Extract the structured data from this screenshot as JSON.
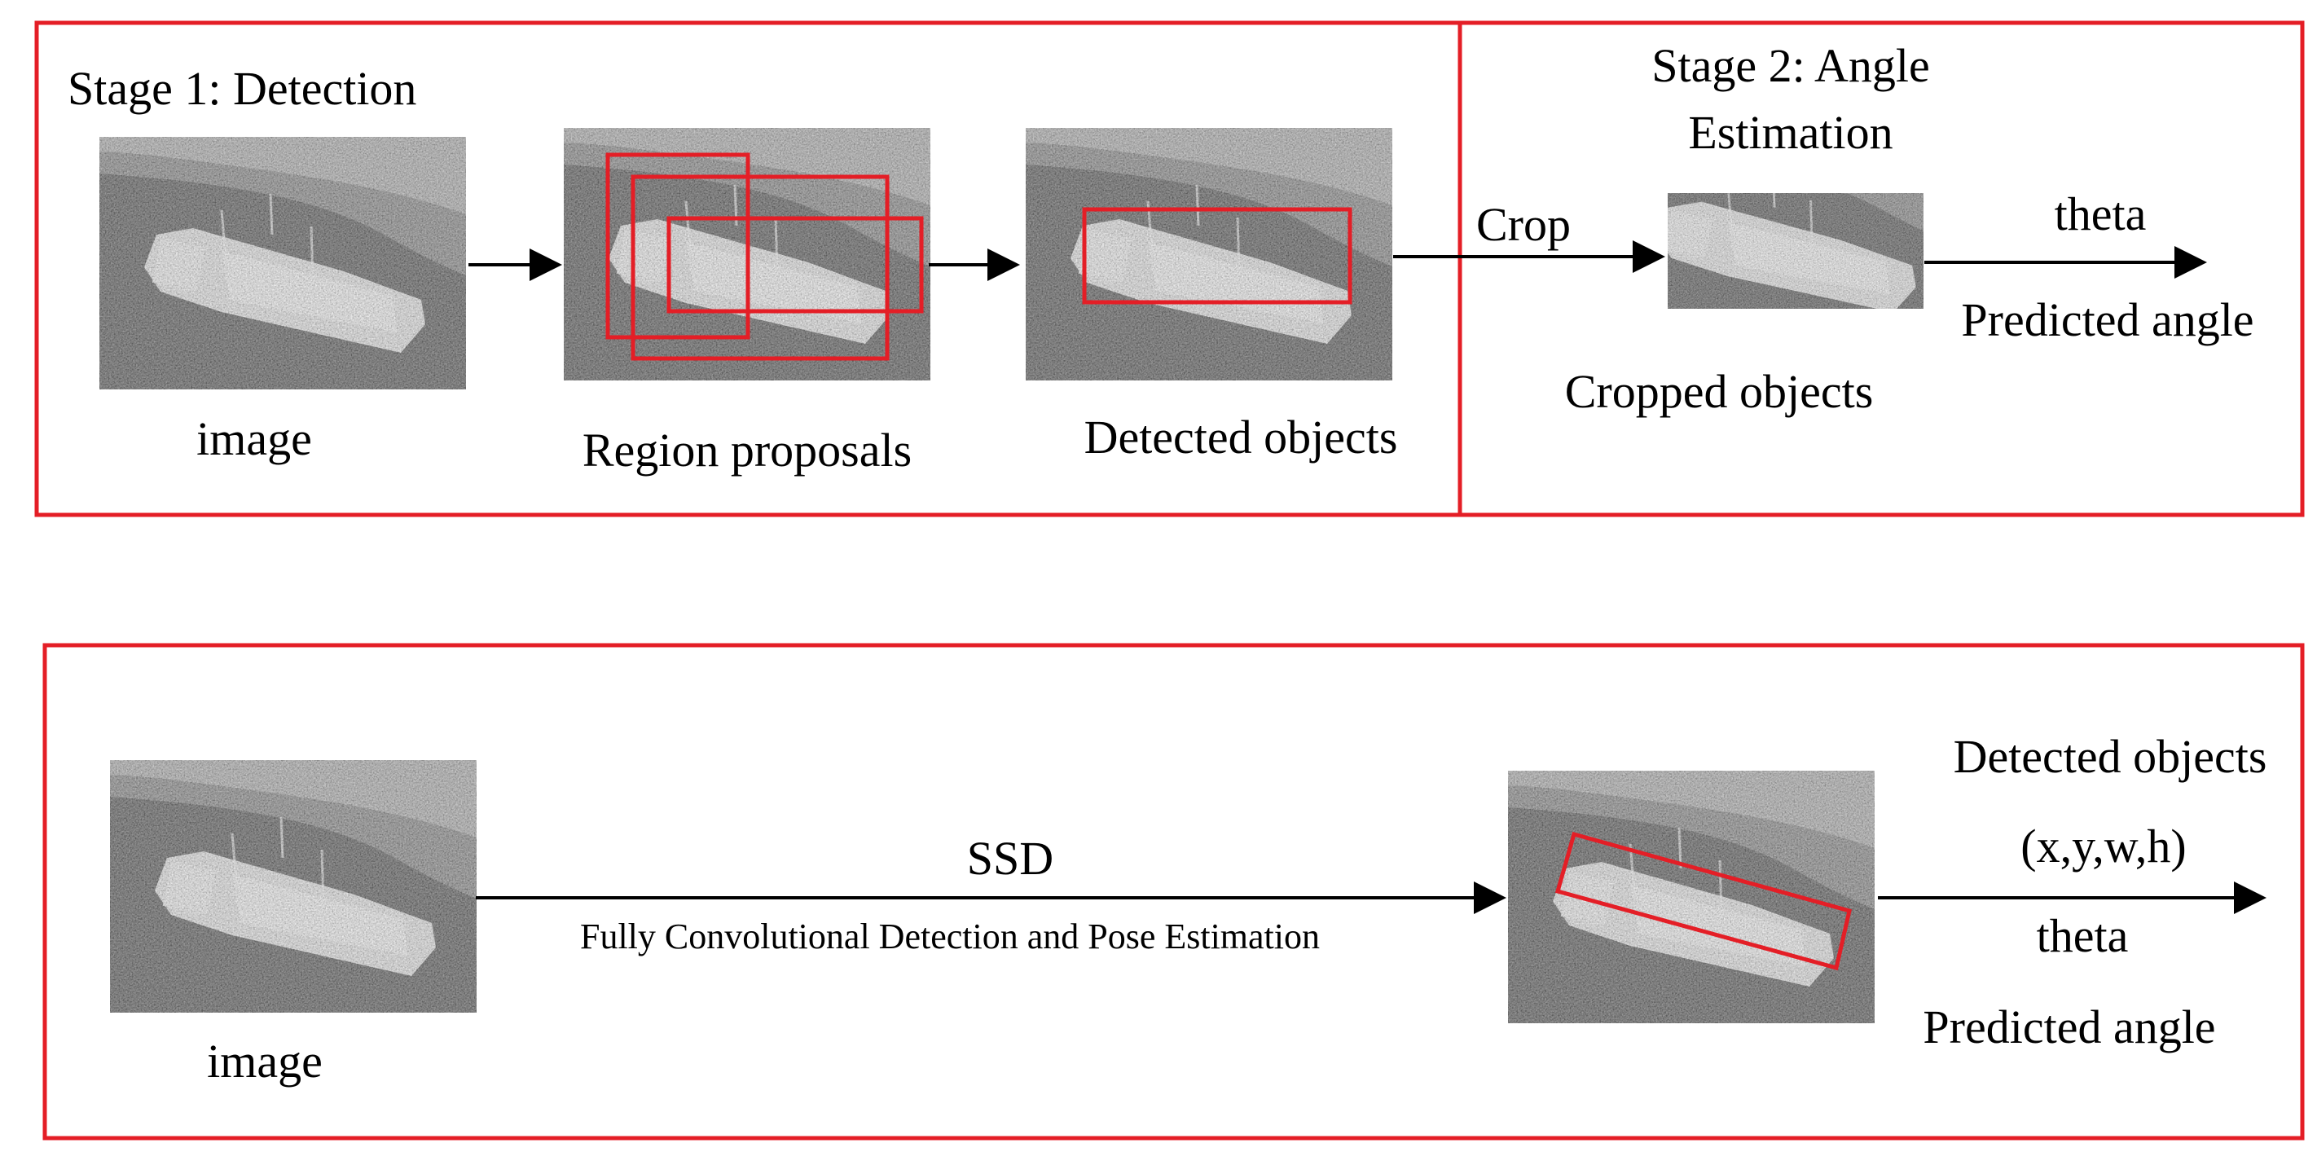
{
  "colors": {
    "frame": "#e41e26",
    "arrow": "#000000",
    "sar_background": "#2a2a2a",
    "sar_bright": "#f2f2f2"
  },
  "top_panel": {
    "stage1_title": "Stage 1: Detection",
    "stage2_title_line1": "Stage 2: Angle",
    "stage2_title_line2": "Estimation",
    "image_caption": "image",
    "proposals_caption": "Region proposals",
    "detected_caption": "Detected objects",
    "crop_label": "Crop",
    "cropped_caption": "Cropped objects",
    "theta_label": "theta",
    "predicted_angle_label": "Predicted angle"
  },
  "bottom_panel": {
    "image_caption": "image",
    "ssd_label": "SSD",
    "fcn_label": "Fully Convolutional Detection and Pose Estimation",
    "detected_label": "Detected objects",
    "bbox_params_label": "(x,y,w,h)",
    "theta_label": "theta",
    "predicted_angle_label": "Predicted angle"
  }
}
